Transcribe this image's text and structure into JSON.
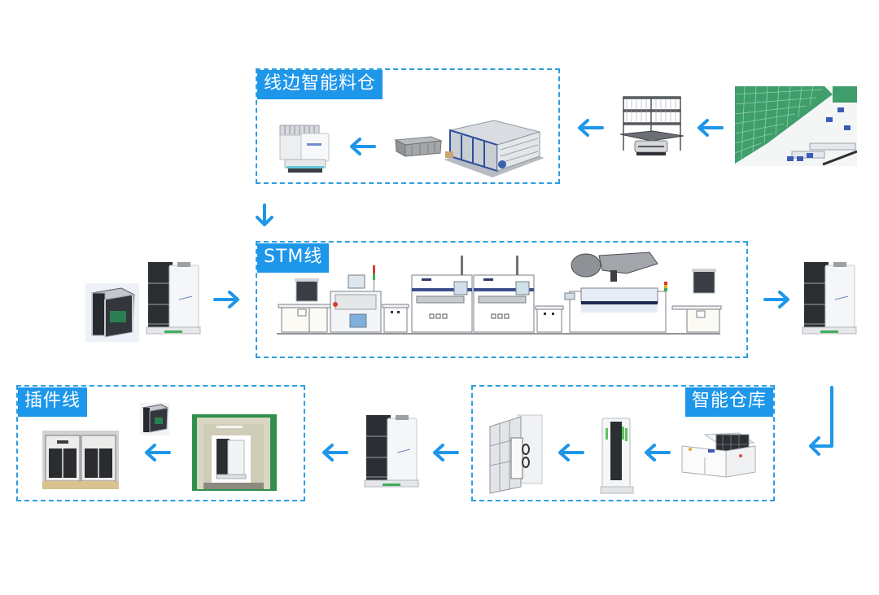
{
  "diagram": {
    "sections": {
      "linebox": {
        "label": "线边智能料仓"
      },
      "smt": {
        "label": "STM线"
      },
      "warehouse": {
        "label": "智能仓库"
      },
      "insertion": {
        "label": "插件线"
      }
    },
    "nodes": {
      "green_shelf_warehouse": "green-shelf-storage",
      "shelf_agv": "shelf-on-agv",
      "auto_storage": "automated-storage-unit",
      "tote_bin": "tote-bin",
      "tray_agv": "tray-agv-robot",
      "magazine_agv_left": "magazine-agv-left",
      "magazine_rack_left": "magazine-rack-left",
      "magazine_agv_right": "magazine-agv-right",
      "smt_line": "smt-production-line",
      "conveyor_docking": "conveyor-docking-station",
      "tower_storage": "tower-storage",
      "cabinet_storage": "cabinet-storage",
      "magazine_agv_bottom": "magazine-agv-bottom",
      "elevator": "elevator-with-agv",
      "insertion_line": "insertion-line-machines"
    },
    "colors": {
      "accent": "#1e96ea",
      "border": "#2a9fe0",
      "background": "#ffffff",
      "shelf_green": "#3f9e6c"
    }
  }
}
